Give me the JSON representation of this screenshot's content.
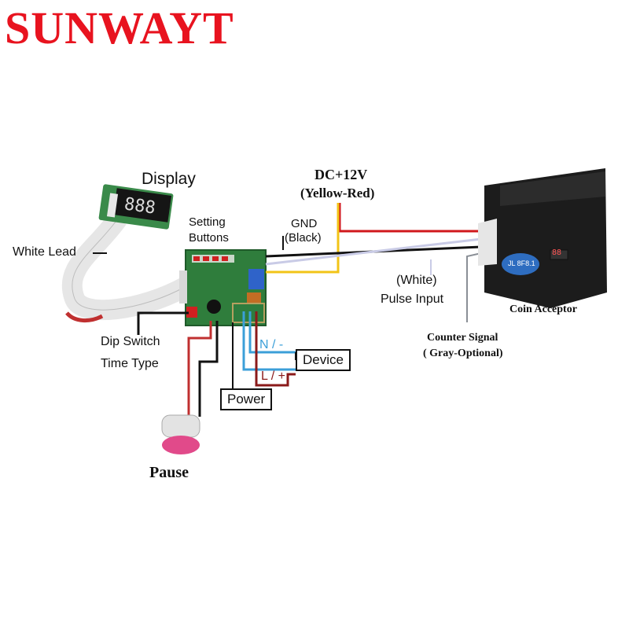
{
  "brand": "SUNWAYT",
  "labels": {
    "display": "Display",
    "setting_buttons_line1": "Setting",
    "setting_buttons_line2": "Buttons",
    "white_lead": "White Lead",
    "dip_switch": "Dip Switch",
    "time_type": "Time Type",
    "dc12v": "DC+12V",
    "yellow_red": "(Yellow-Red)",
    "gnd": "GND",
    "black": "(Black)",
    "white": "(White)",
    "pulse_input": "Pulse Input",
    "coin_acceptor": "Coin Acceptor",
    "counter_signal": "Counter Signal",
    "gray_optional": "( Gray-Optional)",
    "n_minus": "N / -",
    "l_plus": "L / +",
    "device": "Device",
    "power": "Power",
    "pause": "Pause"
  },
  "display_digits": "888",
  "acceptor_display": "88",
  "acceptor_badge": "JL 8F8.1",
  "colors": {
    "brand": "#e8131f",
    "wire_red": "#d0181c",
    "wire_yellow": "#f2c417",
    "wire_black": "#111111",
    "wire_white": "#c9cbe6",
    "wire_gray": "#8a8f96",
    "wire_blue": "#3b9fd8",
    "wire_darkred": "#8b1a1a",
    "pcb_green": "#2f7d3c"
  }
}
